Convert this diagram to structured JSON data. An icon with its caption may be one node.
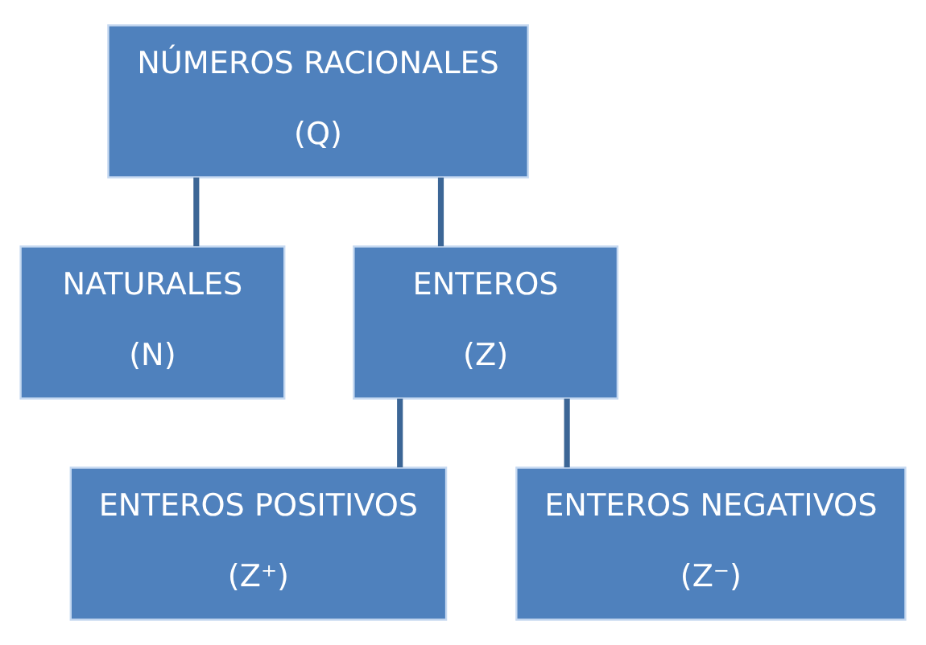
{
  "diagram": {
    "nodes": [
      {
        "text": [
          "NÚMEROS RACIONALES",
          "(Q)"
        ]
      },
      {
        "text": [
          "NATURALES",
          "(N)"
        ]
      },
      {
        "text": [
          "ENTEROS",
          "(Z)"
        ]
      },
      {
        "text": [
          "ENTEROS POSITIVOS",
          "(Z⁺)"
        ]
      },
      {
        "text": [
          "ENTEROS NEGATIVOS",
          "(Z⁻)"
        ]
      }
    ],
    "edges": [
      {
        "from": 0,
        "to": 1,
        "arrow": "none"
      },
      {
        "from": 0,
        "to": 2,
        "arrow": "none"
      },
      {
        "from": 2,
        "to": 3,
        "arrow": "none"
      },
      {
        "from": 2,
        "to": 4,
        "arrow": "none"
      }
    ]
  }
}
